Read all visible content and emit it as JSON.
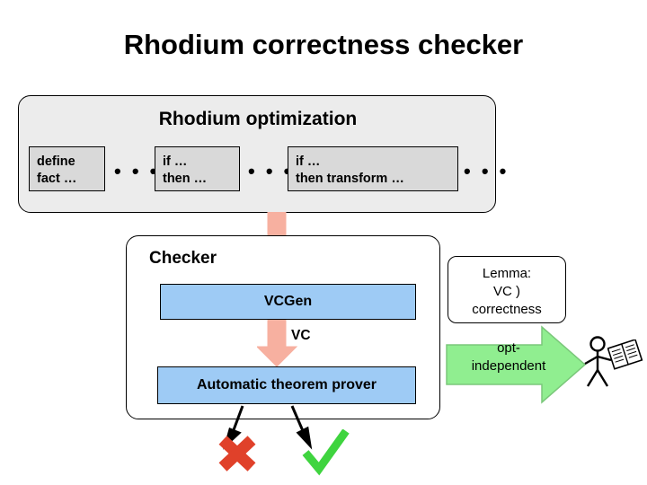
{
  "title": "Rhodium correctness checker",
  "rhodium": {
    "heading": "Rhodium optimization",
    "rules": [
      {
        "line1": "define",
        "line2": "fact …"
      },
      {
        "line1": "if …",
        "line2": "then …"
      },
      {
        "line1": "if …",
        "line2": "then transform …"
      }
    ],
    "ellipsis": "• • •"
  },
  "checker": {
    "label": "Checker",
    "vcgen_label": "VCGen",
    "vc_label": "VC",
    "prover_label": "Automatic theorem prover"
  },
  "lemma": {
    "line1": "Lemma:",
    "line2": "VC )",
    "line3": "correctness"
  },
  "opt_independent": {
    "line1": "opt-",
    "line2": "independent"
  },
  "icons": {
    "fail": "red-x-icon",
    "pass": "green-check-icon",
    "person": "stick-figure-icon",
    "book": "book-icon"
  },
  "colors": {
    "pink_arrow": "#f7b0a0",
    "blue_box": "#9ecbf5",
    "green_arrow": "#90ee90",
    "grey_panel": "#ececec",
    "grey_rule": "#d9d9d9",
    "red": "#e0412a",
    "green": "#3fd43f"
  }
}
